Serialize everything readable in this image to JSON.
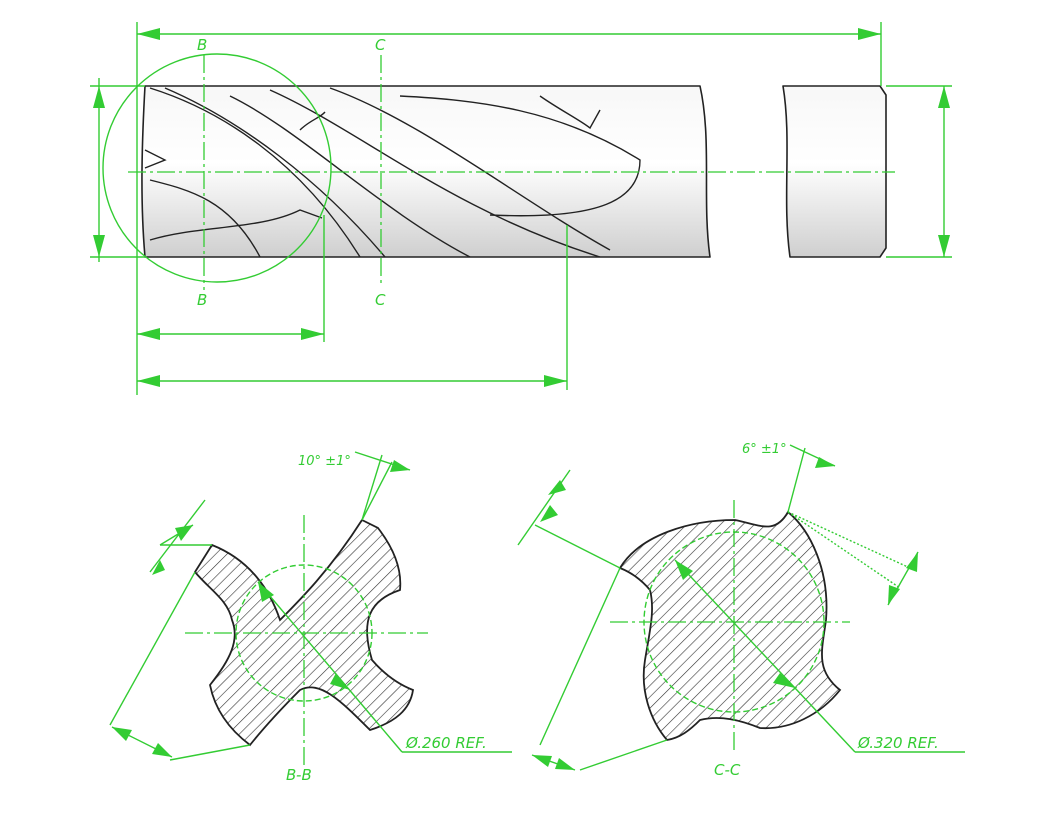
{
  "section_marks": {
    "b_top": "B",
    "b_bottom": "B",
    "c_top": "C",
    "c_bottom": "C"
  },
  "section_b": {
    "angle_label": "10° ±1°",
    "diameter_label": "Ø.260 REF.",
    "caption": "B-B"
  },
  "section_c": {
    "angle_label": "6° ±1°",
    "diameter_label": "Ø.320 REF.",
    "caption": "C-C"
  },
  "colors": {
    "dimension": "#33cc33",
    "outline": "#222222"
  }
}
